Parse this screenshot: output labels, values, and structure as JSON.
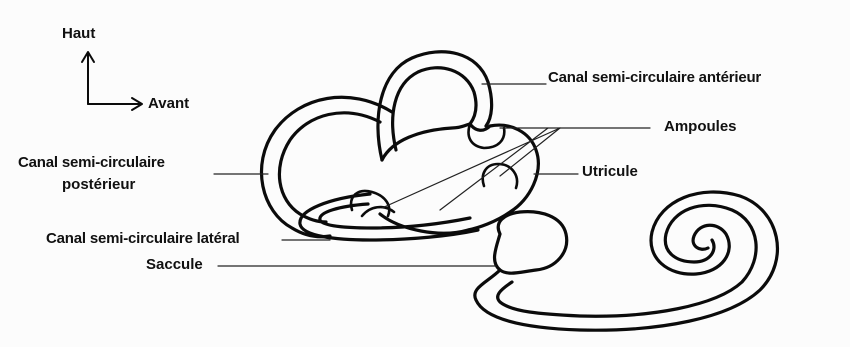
{
  "orientation": {
    "up_label": "Haut",
    "forward_label": "Avant"
  },
  "labels": {
    "anterior_canal": "Canal semi-circulaire antérieur",
    "ampullae": "Ampoules",
    "posterior_canal_line1": "Canal semi-circulaire",
    "posterior_canal_line2": "postérieur",
    "utricle": "Utricule",
    "lateral_canal": "Canal semi-circulaire latéral",
    "saccule": "Saccule"
  },
  "colors": {
    "ink": "#0b0b0b",
    "background": "#fcfcfc"
  }
}
